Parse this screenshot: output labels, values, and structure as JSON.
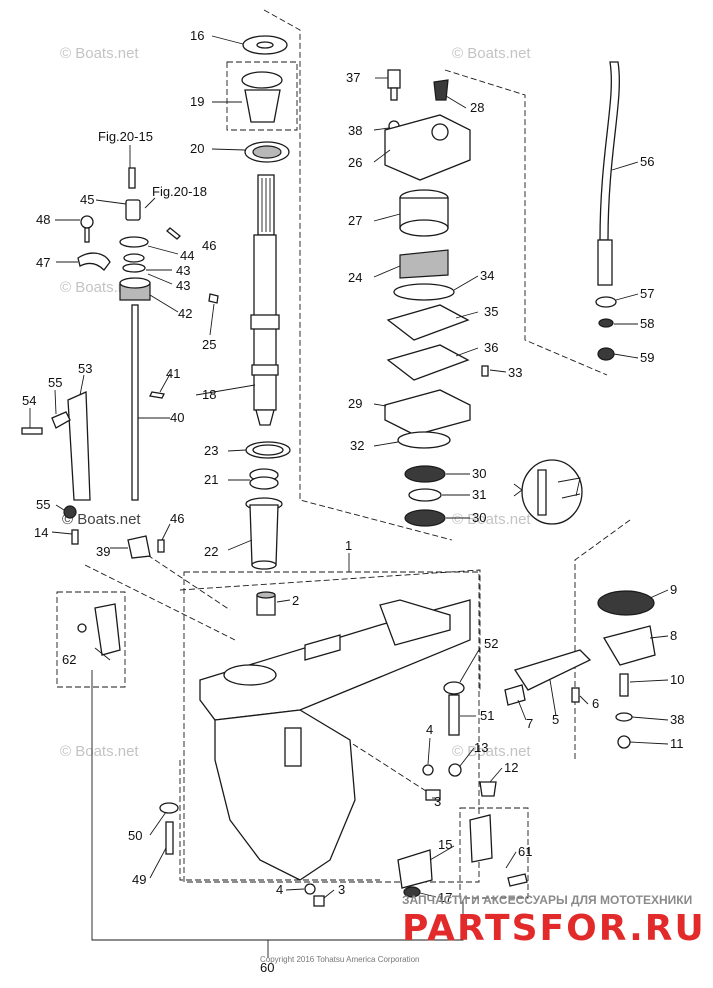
{
  "watermark": "© Boats.net",
  "copyright": "Copyright 2016 Tohatsu America Corporation",
  "site_banner": {
    "top": "ЗАПЧАСТИ И АКСЕССУАРЫ ДЛЯ МОТОТЕХНИКИ",
    "logo": "PARTSFOR.RU"
  },
  "figure_refs": [
    "Fig.20-15",
    "Fig.20-18"
  ],
  "callouts": [
    "1",
    "2",
    "3",
    "3",
    "3",
    "4",
    "4",
    "5",
    "6",
    "7",
    "8",
    "9",
    "10",
    "11",
    "12",
    "13",
    "14",
    "15",
    "16",
    "17",
    "18",
    "19",
    "20",
    "21",
    "22",
    "23",
    "24",
    "25",
    "26",
    "27",
    "28",
    "29",
    "30",
    "30",
    "31",
    "32",
    "33",
    "34",
    "35",
    "36",
    "37",
    "38",
    "38",
    "39",
    "40",
    "41",
    "42",
    "43",
    "44",
    "45",
    "46",
    "46",
    "47",
    "48",
    "49",
    "50",
    "51",
    "52",
    "53",
    "54",
    "55",
    "55",
    "56",
    "57",
    "58",
    "59",
    "60",
    "61",
    "62"
  ],
  "colors": {
    "line": "#1a1a1a",
    "watermark": "#c4c4c4",
    "brand_red": "#e32a2a"
  }
}
